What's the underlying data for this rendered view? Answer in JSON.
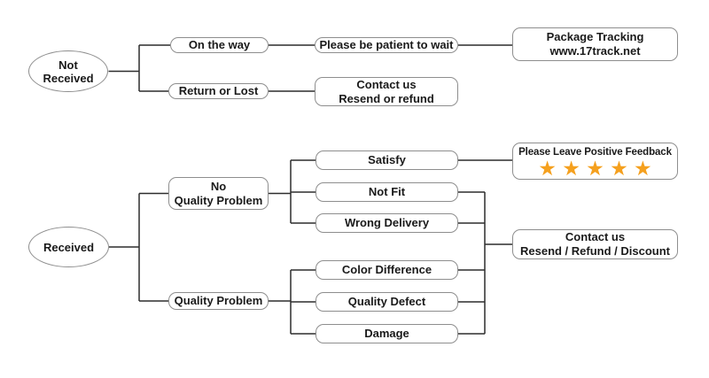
{
  "colors": {
    "connector": "#2d2d2d",
    "box_border": "#8e8e8e",
    "star": "#F5A01E",
    "background": "#ffffff"
  },
  "not_received_flow": {
    "root": {
      "label": "Not Received"
    },
    "on_the_way": {
      "label": "On the way"
    },
    "be_patient": {
      "label": "Please be patient to wait"
    },
    "package_tracking": {
      "line1": "Package Tracking",
      "line2": "www.17track.net"
    },
    "return_or_lost": {
      "label": "Return or Lost"
    },
    "contact_us": {
      "line1": "Contact us",
      "line2": "Resend or refund"
    }
  },
  "received_flow": {
    "root": {
      "label": "Received"
    },
    "no_quality_problem": {
      "line1": "No",
      "line2": "Quality Problem"
    },
    "satisfy": {
      "label": "Satisfy"
    },
    "feedback": {
      "label": "Please Leave Positive Feedback",
      "stars": "★★★★★",
      "star_count": 5
    },
    "not_fit": {
      "label": "Not Fit"
    },
    "wrong_delivery": {
      "label": "Wrong Delivery"
    },
    "quality_problem": {
      "label": "Quality Problem"
    },
    "color_difference": {
      "label": "Color Difference"
    },
    "quality_defect": {
      "label": "Quality Defect"
    },
    "damage": {
      "label": "Damage"
    },
    "contact_us": {
      "line1": "Contact us",
      "line2": "Resend / Refund / Discount"
    }
  }
}
